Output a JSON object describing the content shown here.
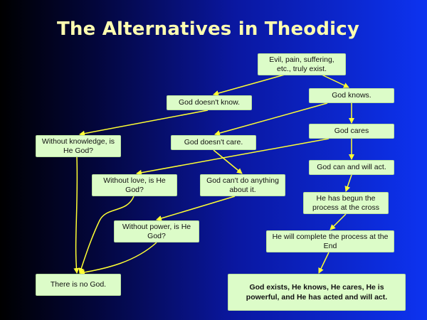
{
  "title": "The Alternatives in Theodicy",
  "line_color": "#ffff33",
  "box_color": "#dcfcc8",
  "title_color": "#ffffb0",
  "nodes": {
    "evil_exists": "Evil, pain, suffering, etc., truly exist.",
    "god_doesnt_know": "God doesn't know.",
    "god_knows": "God knows.",
    "without_knowledge": "Without knowledge, is He God?",
    "god_doesnt_care": "God doesn't care.",
    "god_cares": "God cares",
    "god_can_act": "God can and will act.",
    "without_love": "Without love, is He God?",
    "god_cant_do": "God can't do anything about it.",
    "begun_process": "He has begun the process at the cross",
    "without_power": "Without power, is He God?",
    "complete_process": "He will complete the process at the End",
    "no_god": "There is no God.",
    "god_exists": "God exists, He knows, He cares, He is powerful, and He has acted and will act."
  }
}
